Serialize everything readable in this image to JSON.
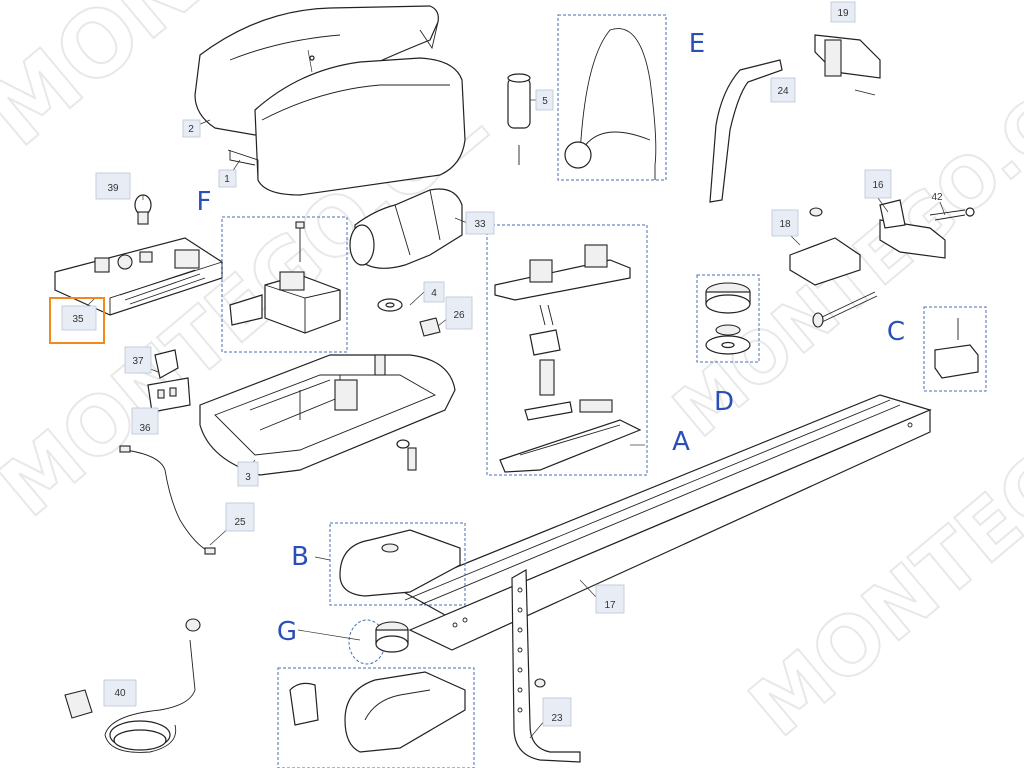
{
  "watermark": "MONTEGO.CZ",
  "highlighted_part": "35",
  "groups": {
    "A": "A",
    "B": "B",
    "C": "C",
    "D": "D",
    "E": "E",
    "F": "F",
    "G": "G"
  },
  "parts": {
    "p1": "1",
    "p2": "2",
    "p3": "3",
    "p4": "4",
    "p5": "5",
    "p16": "16",
    "p17": "17",
    "p18": "18",
    "p19": "19",
    "p23": "23",
    "p24": "24",
    "p25": "25",
    "p26": "26",
    "p33": "33",
    "p35": "35",
    "p36": "36",
    "p37": "37",
    "p39": "39",
    "p40": "40",
    "p42": "42"
  }
}
